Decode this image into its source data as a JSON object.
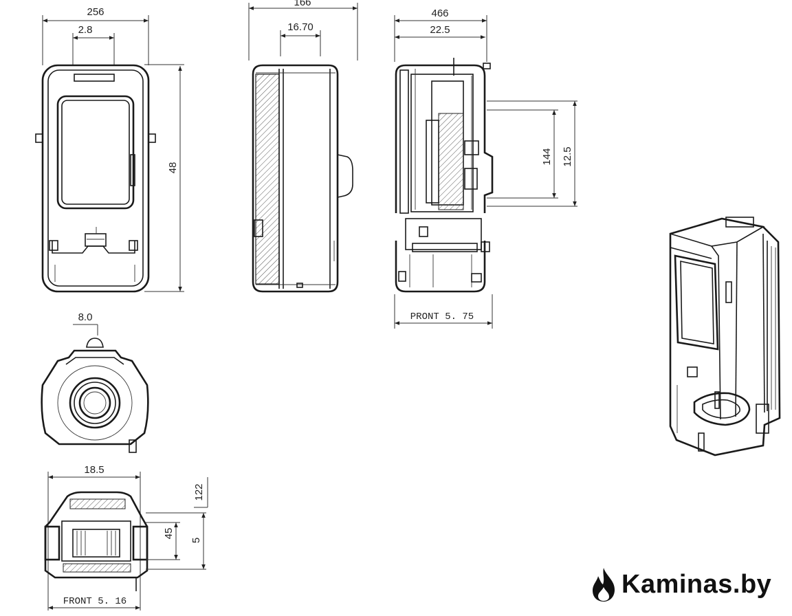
{
  "front_view": {
    "width_dim": "256",
    "top_dim": "2.8",
    "height_dim": "48"
  },
  "side_view": {
    "width_dim": "166",
    "inner_dim": "16.70"
  },
  "section_view": {
    "width_dim": "466",
    "inner_dim": "22.5",
    "dim_a": "144",
    "dim_b": "12.5",
    "front_label": "PRONT 5. 75"
  },
  "top_view": {
    "dim": "8.0"
  },
  "bottom_view": {
    "width_dim": "18.5",
    "dim_right_top": "122",
    "dim_a": "45",
    "dim_b": "5",
    "front_label": "FRONT 5. 16"
  },
  "brand": {
    "name": "Kaminas.by",
    "icon": "flame-icon"
  }
}
